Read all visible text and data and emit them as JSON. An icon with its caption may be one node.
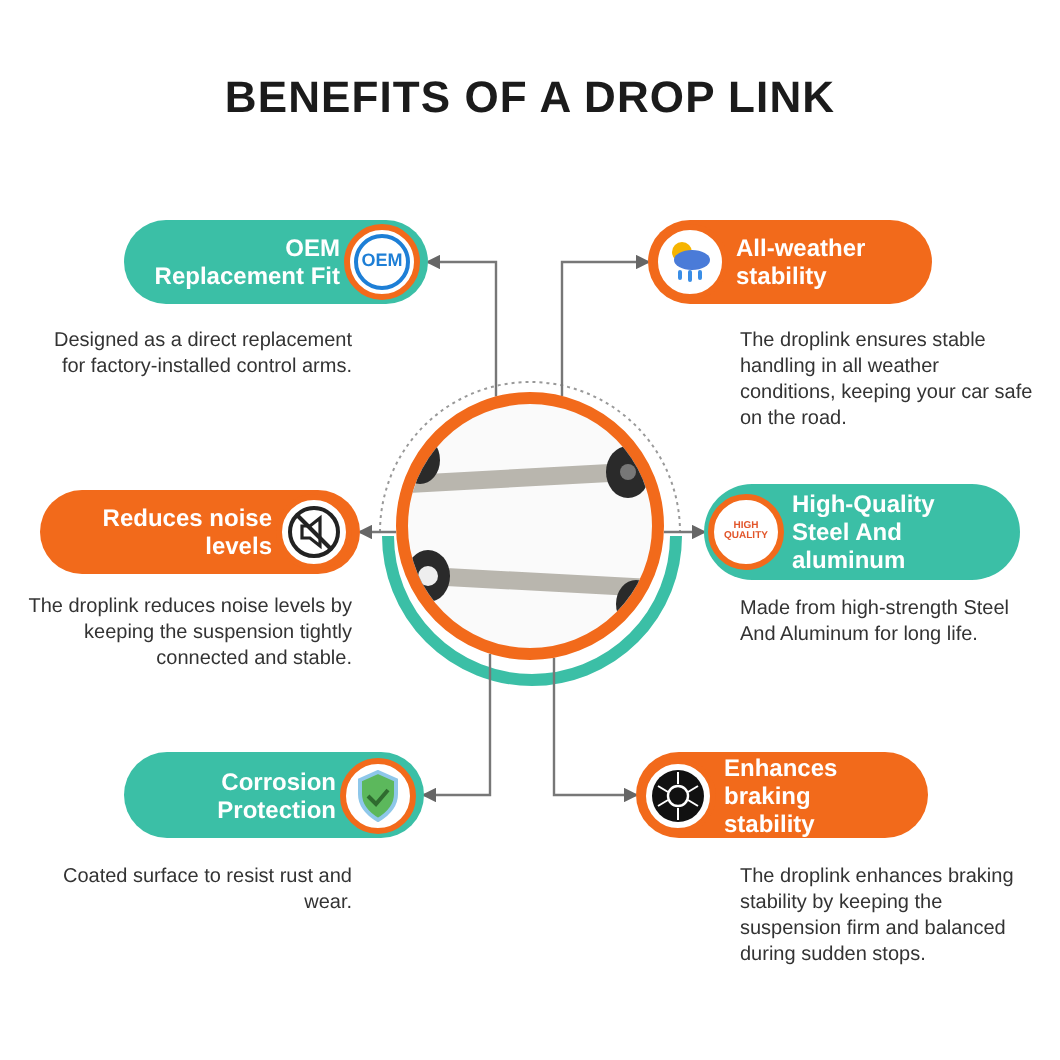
{
  "diagram": {
    "title": "BENEFITS OF A DROP LINK",
    "nodes": [
      {
        "text": [
          "OEM Replacement Fit"
        ],
        "beside": [
          "Designed as a direct replacement for factory-installed control arms."
        ]
      },
      {
        "text": [
          "All-weather stability"
        ],
        "beside": [
          "The droplink ensures stable handling in all weather conditions, keeping your car safe on the road."
        ]
      },
      {
        "text": [],
        "shape": "picture"
      },
      {
        "text": [
          "Reduces noise levels"
        ],
        "beside": [
          "The droplink reduces noise levels by keeping the suspension tightly connected and stable."
        ]
      },
      {
        "text": [
          "High-Quality Steel And aluminum"
        ],
        "beside": [
          "Made from high-strength Steel And Aluminum for long life."
        ]
      },
      {
        "text": [
          "Corrosion Protection"
        ],
        "beside": [
          "Coated surface to resist rust and wear."
        ]
      },
      {
        "text": [
          "Enhances braking stability"
        ],
        "beside": [
          "The droplink enhances braking stability by keeping the suspension firm and balanced during sudden stops."
        ]
      }
    ],
    "edges": [
      {
        "from": 2,
        "to": 0,
        "arrow": "to"
      },
      {
        "from": 2,
        "to": 1,
        "arrow": "to"
      },
      {
        "from": 2,
        "to": 3,
        "arrow": "to"
      },
      {
        "from": 2,
        "to": 4,
        "arrow": "to"
      },
      {
        "from": 2,
        "to": 5,
        "arrow": "to"
      },
      {
        "from": 2,
        "to": 6,
        "arrow": "to"
      }
    ],
    "labels": [
      "OEM",
      "HIGH QUALITY"
    ]
  }
}
